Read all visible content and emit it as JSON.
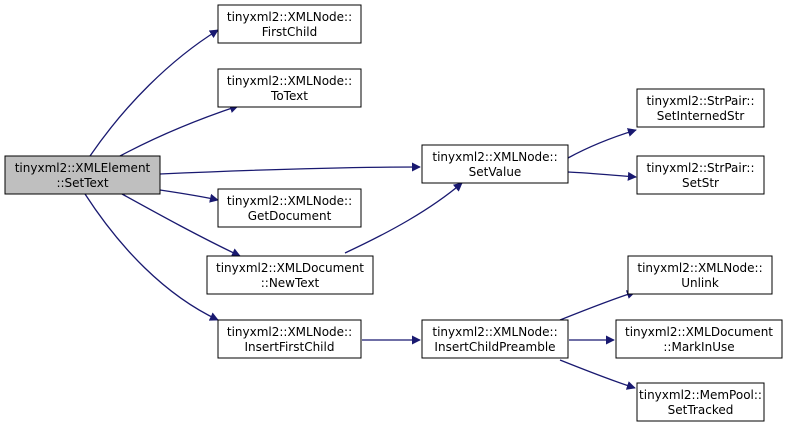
{
  "colors": {
    "edge": "#191970",
    "node_fill": "#ffffff",
    "root_fill": "#bfbfbf",
    "node_border": "#000000"
  },
  "nodes": {
    "settext": {
      "line1": "tinyxml2::XMLElement",
      "line2": "::SetText",
      "root": true
    },
    "firstchild": {
      "line1": "tinyxml2::XMLNode::",
      "line2": "FirstChild"
    },
    "totext": {
      "line1": "tinyxml2::XMLNode::",
      "line2": "ToText"
    },
    "setvalue": {
      "line1": "tinyxml2::XMLNode::",
      "line2": "SetValue"
    },
    "getdocument": {
      "line1": "tinyxml2::XMLNode::",
      "line2": "GetDocument"
    },
    "newtext": {
      "line1": "tinyxml2::XMLDocument",
      "line2": "::NewText"
    },
    "insertfirst": {
      "line1": "tinyxml2::XMLNode::",
      "line2": "InsertFirstChild"
    },
    "preamble": {
      "line1": "tinyxml2::XMLNode::",
      "line2": "InsertChildPreamble"
    },
    "setinterned": {
      "line1": "tinyxml2::StrPair::",
      "line2": "SetInternedStr"
    },
    "setstr": {
      "line1": "tinyxml2::StrPair::",
      "line2": "SetStr"
    },
    "unlink": {
      "line1": "tinyxml2::XMLNode::",
      "line2": "Unlink"
    },
    "markinuse": {
      "line1": "tinyxml2::XMLDocument",
      "line2": "::MarkInUse"
    },
    "settracked": {
      "line1": "tinyxml2::MemPool::",
      "line2": "SetTracked"
    }
  },
  "edges": [
    {
      "from": "settext",
      "to": "firstchild"
    },
    {
      "from": "settext",
      "to": "totext"
    },
    {
      "from": "settext",
      "to": "setvalue"
    },
    {
      "from": "settext",
      "to": "getdocument"
    },
    {
      "from": "settext",
      "to": "newtext"
    },
    {
      "from": "settext",
      "to": "insertfirst"
    },
    {
      "from": "newtext",
      "to": "setvalue"
    },
    {
      "from": "setvalue",
      "to": "setinterned"
    },
    {
      "from": "setvalue",
      "to": "setstr"
    },
    {
      "from": "insertfirst",
      "to": "preamble"
    },
    {
      "from": "preamble",
      "to": "unlink"
    },
    {
      "from": "preamble",
      "to": "markinuse"
    },
    {
      "from": "preamble",
      "to": "settracked"
    }
  ]
}
